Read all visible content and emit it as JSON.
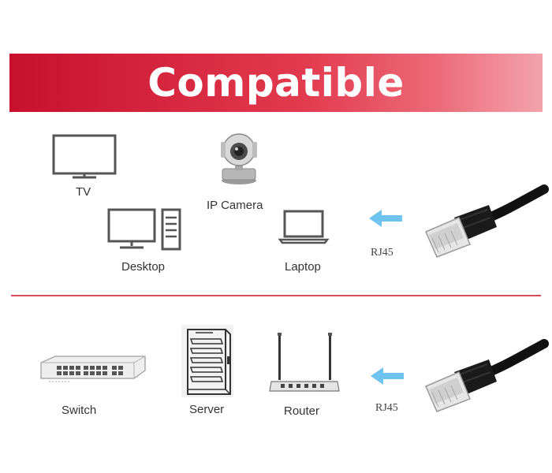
{
  "banner": {
    "title": "Compatible"
  },
  "top_section": {
    "devices": [
      {
        "label": "TV",
        "icon": "tv-icon"
      },
      {
        "label": "IP Camera",
        "icon": "ip-camera-icon"
      },
      {
        "label": "Desktop",
        "icon": "desktop-computer-icon"
      },
      {
        "label": "Laptop",
        "icon": "laptop-icon"
      }
    ],
    "connector_label": "RJ45"
  },
  "bottom_section": {
    "devices": [
      {
        "label": "Switch",
        "icon": "network-switch-icon"
      },
      {
        "label": "Server",
        "icon": "server-rack-icon"
      },
      {
        "label": "Router",
        "icon": "router-icon"
      }
    ],
    "connector_label": "RJ45"
  },
  "colors": {
    "banner_red": "#c8102e",
    "arrow_blue": "#6ec4ee",
    "divider_red": "#d84a5a"
  }
}
